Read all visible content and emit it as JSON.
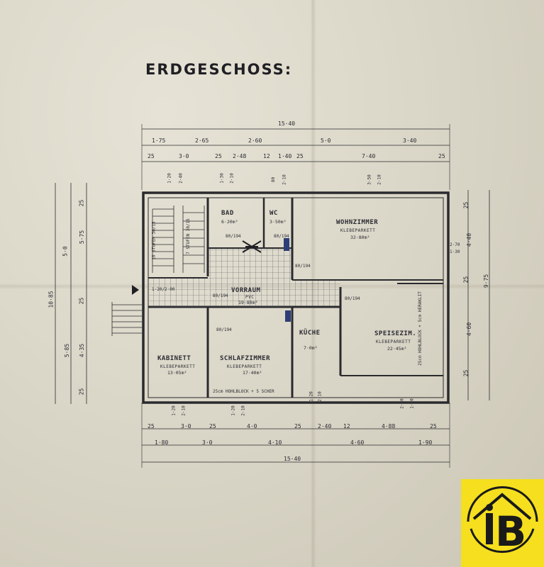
{
  "title": "ERDGESCHOSS:",
  "rooms": {
    "bad": {
      "name": "BAD",
      "area": "6·20m²"
    },
    "wc": {
      "name": "WC",
      "area": "3·50m²"
    },
    "wohnzimmer": {
      "name": "WOHNZIMMER",
      "floor": "KLEBEPARKETT",
      "area": "32·80m²"
    },
    "vorraum": {
      "name": "VORRAUM",
      "floor": "PVC",
      "area": "19·80m²"
    },
    "kueche": {
      "name": "KÜCHE",
      "area": "7·0m²"
    },
    "speisezimmer": {
      "name": "SPEISEZIM.",
      "floor": "KLEBEPARKETT",
      "area": "22·45m²"
    },
    "kabinett": {
      "name": "KABINETT",
      "floor": "KLEBEPARKETT",
      "area": "13·05m²"
    },
    "schlafzimmer": {
      "name": "SCHLAFZIMMER",
      "floor": "KLEBEPARKETT",
      "area": "17·40m²"
    }
  },
  "stairs": {
    "up": "10 STUFEN 30/15",
    "down": "7 STUFEN 30/15"
  },
  "wall_notes": {
    "bottom": "25cm HOHLBLOCK + 5 SCHER",
    "right": "25cm HOHLBLOCK + 5cm HERAKLIT"
  },
  "dims_top": {
    "overall": "15·40",
    "row1": [
      "1·75",
      "2·65",
      "2·60",
      "5·0",
      "3·40"
    ],
    "row2": [
      "25",
      "3·0",
      "25",
      "2·48",
      "12",
      "1·40",
      "25",
      "7·40",
      "25"
    ]
  },
  "dims_bottom": {
    "row1": [
      "25",
      "3·0",
      "25",
      "4·0",
      "25",
      "2·40",
      "12",
      "4·88",
      "25"
    ],
    "row2": [
      "1·80",
      "3·0",
      "4·10",
      "4·60",
      "1·90"
    ],
    "overall": "15·40"
  },
  "dims_left": {
    "overall": "10·85",
    "a": "5·0",
    "b": "5·75",
    "c": "5·85",
    "d": "4·35",
    "e": "25",
    "f": "25",
    "g": "25"
  },
  "dims_right": {
    "overall": "9·75",
    "a": "4·40",
    "b": "4·60",
    "c": "25",
    "d": "25",
    "e": "25",
    "f": "2·70",
    "g": "1·30"
  },
  "openings": {
    "top": [
      "1·20",
      "2·40",
      "1·30",
      "2·10",
      "80",
      "2·10",
      "3·50",
      "2·10"
    ],
    "bottom": [
      "1·20",
      "2·10",
      "1·20",
      "2·10",
      "1·20",
      "2·10",
      "2·10",
      "1·20"
    ],
    "doors": [
      "80/194",
      "80/194",
      "80/194",
      "80/194",
      "80/194",
      "80/194",
      "1·20/2·00"
    ]
  },
  "logo": {
    "letter": "B",
    "accent": "#f5df1e",
    "ink": "#1a1a1a",
    "icon": "house-person-logo"
  },
  "colors": {
    "ink": "#2a2a2e",
    "paper": "#dcd8ca",
    "door_blue": "#2c3e78"
  }
}
